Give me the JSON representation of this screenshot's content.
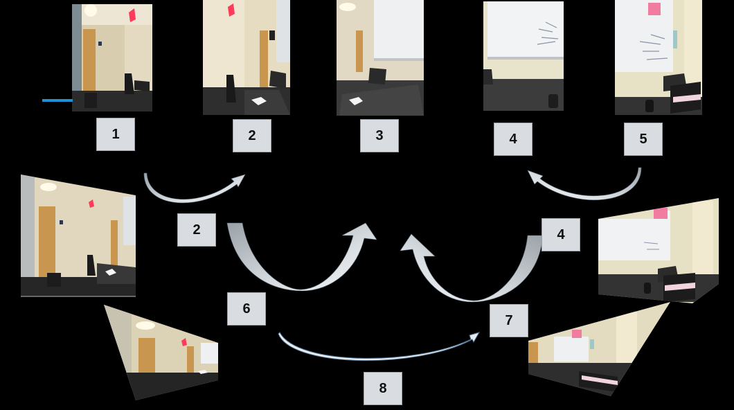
{
  "labels": {
    "top_1": "1",
    "top_2": "2",
    "top_3": "3",
    "top_4": "4",
    "top_5": "5",
    "mid_2": "2",
    "mid_4": "4",
    "mid_6": "6",
    "mid_7": "7",
    "bottom_8": "8"
  },
  "colors": {
    "background": "#000000",
    "label_fill": "#d9dde1",
    "arrow_light": "#e8ecef",
    "arrow_shade": "#8f969c",
    "accent_line": "#1e90d6"
  }
}
